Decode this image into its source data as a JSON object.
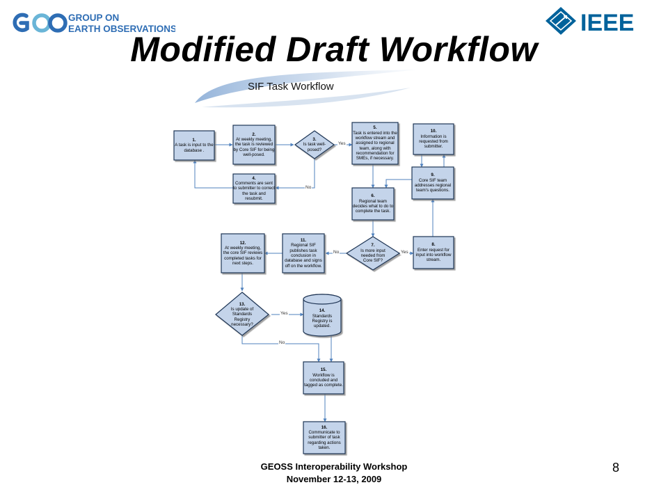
{
  "header": {
    "geo_logo_text": [
      "GROUP ON",
      "EARTH OBSERVATIONS"
    ],
    "ieee_logo_text": "IEEE",
    "title": "Modified Draft Workflow"
  },
  "diagram": {
    "title": "SIF Task Workflow",
    "nodes": [
      {
        "id": "1",
        "num": "1.",
        "text": "A task is input to the database ."
      },
      {
        "id": "2",
        "num": "2.",
        "text": "At weekly meeting, the task is reviewed by Core SIF for being well-posed."
      },
      {
        "id": "3",
        "num": "3.",
        "text": "Is task well-posed?"
      },
      {
        "id": "4",
        "num": "4.",
        "text": "Comments are sent to submitter to correct the task and resubmit."
      },
      {
        "id": "5",
        "num": "5.",
        "text": "Task is entered into the workflow stream and assigned to regional team, along with recommendation for SMEs, if necessary."
      },
      {
        "id": "6",
        "num": "6.",
        "text": "Regional team decides what to do to complete the task."
      },
      {
        "id": "7",
        "num": "7.",
        "text": "Is more input needed from Core SIF?"
      },
      {
        "id": "8",
        "num": "8.",
        "text": "Enter request for input into workflow stream."
      },
      {
        "id": "9",
        "num": "9.",
        "text": "Core SIF team addresses regional team's questions."
      },
      {
        "id": "10",
        "num": "10.",
        "text": "Information is requested from submitter."
      },
      {
        "id": "11",
        "num": "11.",
        "text": "Regional SIF publishes task conclusion in database and signs off on the workflow."
      },
      {
        "id": "12",
        "num": "12.",
        "text": "At weekly meeting, the core SIF reviews completed tasks for next steps."
      },
      {
        "id": "13",
        "num": "13.",
        "text": "Is update of Standards Registry necessary?"
      },
      {
        "id": "14",
        "num": "14.",
        "text": "Standards Registry is updated."
      },
      {
        "id": "15",
        "num": "15.",
        "text": "Workflow is concluded and tagged as complete."
      },
      {
        "id": "16",
        "num": "16.",
        "text": "Communicate to submitter of task regarding actions taken."
      }
    ],
    "edge_labels": {
      "yes_3": "Yes",
      "no_3": "No",
      "no_7": "No",
      "yes_7": "Yes",
      "yes_13": "Yes",
      "no_13": "No"
    }
  },
  "footer": {
    "line1": "GEOSS Interoperability Workshop",
    "line2": "November 12-13, 2009",
    "page_number": "8"
  },
  "colors": {
    "box_fill": "#c4d4ea",
    "box_stroke": "#1f3555",
    "arrow": "#4f81bd",
    "geo_blue": "#2e6db4",
    "ieee_blue": "#00629b"
  }
}
